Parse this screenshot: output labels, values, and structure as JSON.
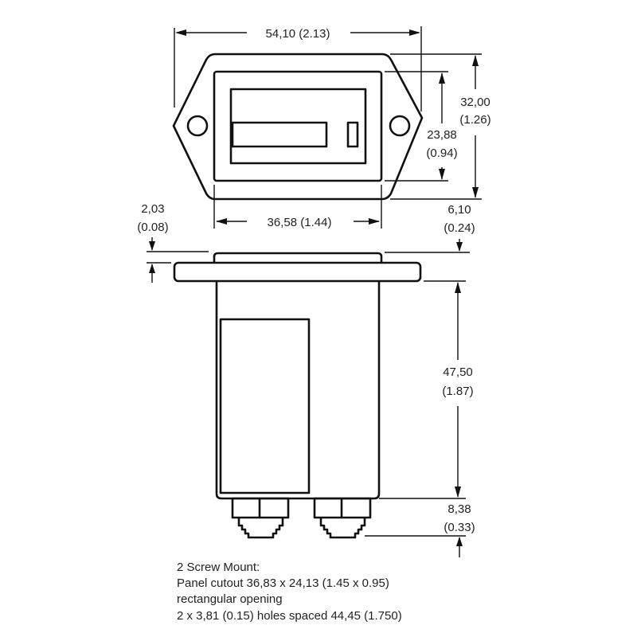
{
  "dimensions": {
    "overall_width": "54,10 (2.13)",
    "overall_height": {
      "mm": "32,00",
      "in": "(1.26)"
    },
    "bezel_height": {
      "mm": "23,88",
      "in": "(0.94)"
    },
    "bezel_width": "36,58 (1.44)",
    "flange_thickness": {
      "mm": "2,03",
      "in": "(0.08)"
    },
    "bezel_depth": {
      "mm": "6,10",
      "in": "(0.24)"
    },
    "body_depth": {
      "mm": "47,50",
      "in": "(1.87)"
    },
    "terminal_length": {
      "mm": "8,38",
      "in": "(0.33)"
    }
  },
  "notes": [
    "2 Screw Mount:",
    "Panel cutout 36,83 x 24,13 (1.45 x 0.95)",
    "rectangular opening",
    "2 x 3,81 (0.15) holes spaced 44,45 (1.750)"
  ]
}
